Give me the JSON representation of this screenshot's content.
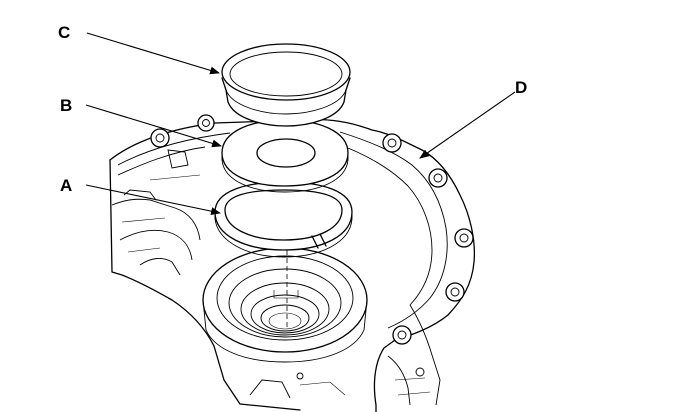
{
  "labels": {
    "a": "A",
    "b": "B",
    "c": "C",
    "d": "D"
  },
  "parts": {
    "a": "snap-ring-icon",
    "b": "thrust-washer-icon",
    "c": "bearing-race-icon",
    "d": "transmission-housing-icon"
  }
}
